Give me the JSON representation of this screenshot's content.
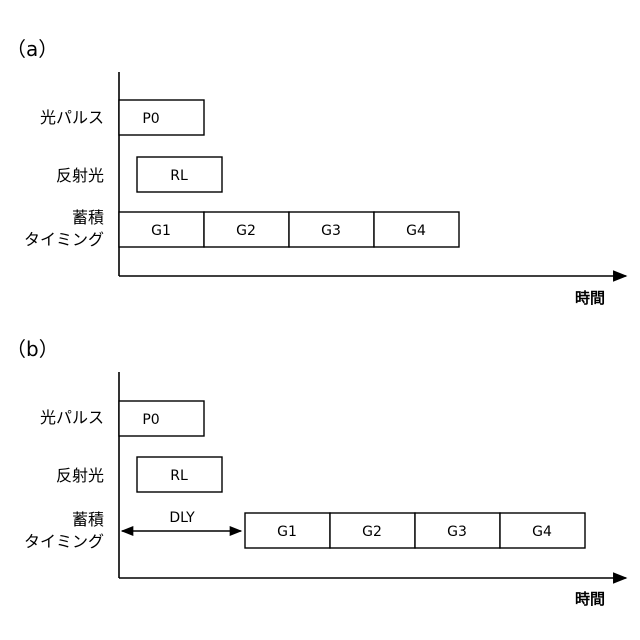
{
  "panels": [
    {
      "id": "a",
      "label": "（a）",
      "rows": {
        "pulse": "光パルス",
        "reflect": "反射光",
        "accum_1": "蓄積",
        "accum_2": "タイミング"
      },
      "boxes": {
        "pulse": "P0",
        "reflect": "RL",
        "gates": [
          "G1",
          "G2",
          "G3",
          "G4"
        ]
      },
      "time_label": "時間"
    },
    {
      "id": "b",
      "label": "（b）",
      "rows": {
        "pulse": "光パルス",
        "reflect": "反射光",
        "accum_1": "蓄積",
        "accum_2": "タイミング"
      },
      "boxes": {
        "pulse": "P0",
        "reflect": "RL",
        "gates": [
          "G1",
          "G2",
          "G3",
          "G4"
        ]
      },
      "delay_label": "DLY",
      "time_label": "時間"
    }
  ]
}
